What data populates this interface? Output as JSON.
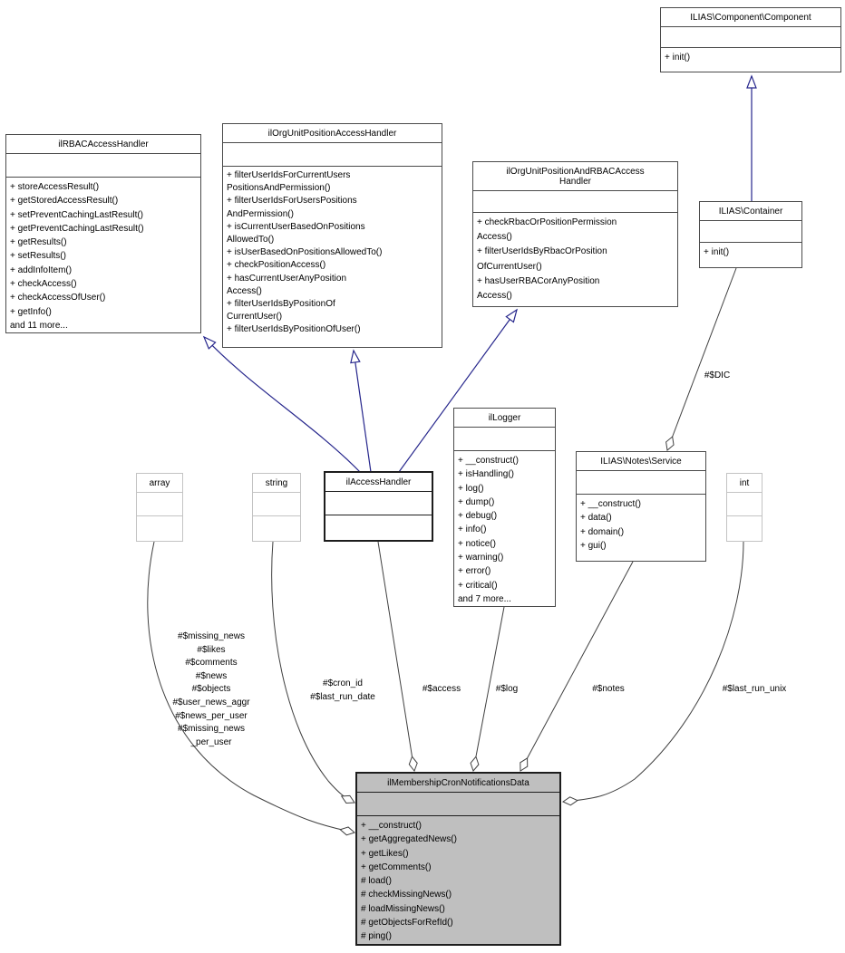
{
  "diagram": {
    "type": "uml-collaboration-diagram",
    "main_class": "ilMembershipCronNotificationsData"
  },
  "classes": {
    "component": {
      "name": "ILIAS\\Component\\Component",
      "methods": [
        "+ init()"
      ]
    },
    "rbac": {
      "name": "ilRBACAccessHandler",
      "methods": [
        "+ storeAccessResult()",
        "+ getStoredAccessResult()",
        "+ setPreventCachingLastResult()",
        "+ getPreventCachingLastResult()",
        "+ getResults()",
        "+ setResults()",
        "+ addInfoItem()",
        "+ checkAccess()",
        "+ checkAccessOfUser()",
        "+ getInfo()",
        "and 11 more..."
      ]
    },
    "orgpos": {
      "name": "ilOrgUnitPositionAccessHandler",
      "methods": [
        "+ filterUserIdsForCurrentUsers",
        "PositionsAndPermission()",
        "+ filterUserIdsForUsersPositions",
        "AndPermission()",
        "+ isCurrentUserBasedOnPositions",
        "AllowedTo()",
        "+ isUserBasedOnPositionsAllowedTo()",
        "+ checkPositionAccess()",
        "+ hasCurrentUserAnyPosition",
        "Access()",
        "+ filterUserIdsByPositionOf",
        "CurrentUser()",
        "+ filterUserIdsByPositionOfUser()"
      ]
    },
    "orgposrbac": {
      "name": "ilOrgUnitPositionAndRBACAccess\nHandler",
      "methods": [
        "+ checkRbacOrPositionPermission",
        "Access()",
        "+ filterUserIdsByRbacOrPosition",
        "OfCurrentUser()",
        "+ hasUserRBACorAnyPosition",
        "Access()"
      ]
    },
    "container": {
      "name": "ILIAS\\Container",
      "methods": [
        "+ init()"
      ]
    },
    "logger": {
      "name": "ilLogger",
      "methods": [
        "+ __construct()",
        "+ isHandling()",
        "+ log()",
        "+ dump()",
        "+ debug()",
        "+ info()",
        "+ notice()",
        "+ warning()",
        "+ error()",
        "+ critical()",
        "and 7 more..."
      ]
    },
    "notes": {
      "name": "ILIAS\\Notes\\Service",
      "methods": [
        "+ __construct()",
        "+ data()",
        "+ domain()",
        "+ gui()"
      ]
    },
    "access": {
      "name": "ilAccessHandler",
      "methods": []
    },
    "array": {
      "name": "array",
      "methods": []
    },
    "string": {
      "name": "string",
      "methods": []
    },
    "int": {
      "name": "int",
      "methods": []
    },
    "main": {
      "name": "ilMembershipCronNotificationsData",
      "methods": [
        "+ __construct()",
        "+ getAggregatedNews()",
        "+ getLikes()",
        "+ getComments()",
        "# load()",
        "# checkMissingNews()",
        "# loadMissingNews()",
        "# getObjectsForRefId()",
        "# ping()"
      ]
    }
  },
  "edge_labels": {
    "dic": "#$DIC",
    "array_fields": [
      "#$missing_news",
      "#$likes",
      "#$comments",
      "#$news",
      "#$objects",
      "#$user_news_aggr",
      "#$news_per_user",
      "#$missing_news",
      "_per_user"
    ],
    "string_fields": [
      "#$cron_id",
      "#$last_run_date"
    ],
    "access_field": "#$access",
    "log_field": "#$log",
    "notes_field": "#$notes",
    "int_field": "#$last_run_unix"
  },
  "colors": {
    "inheritance_edge": "#26268c",
    "aggregation_edge": "#404040",
    "main_class_fill": "#bfbfbf",
    "box_border": "#4a4a4a",
    "primitive_border": "#c3c3c3"
  }
}
